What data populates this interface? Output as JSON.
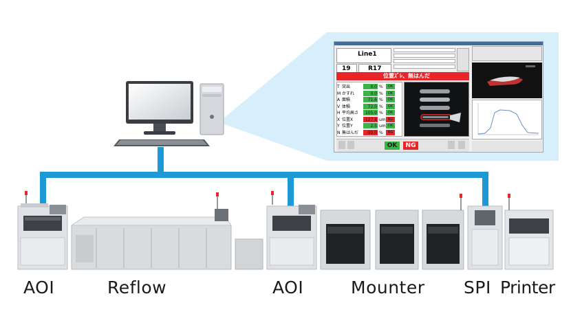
{
  "screen": {
    "line_name": "Line1",
    "board_no": "19",
    "component": "R17",
    "defect_banner": "位置ｽﾞﾚ、無はんだ",
    "ok_label": "OK",
    "ng_label": "NG",
    "measurements": [
      {
        "key": "T",
        "name": "突出",
        "value": "0.0",
        "unit": "%",
        "status": "OK",
        "state": "ok"
      },
      {
        "key": "M",
        "name": "かすれ",
        "value": "0.0",
        "unit": "%",
        "status": "OK",
        "state": "ok"
      },
      {
        "key": "A",
        "name": "面積",
        "value": "71.6",
        "unit": "%",
        "status": "OK",
        "state": "ok"
      },
      {
        "key": "V",
        "name": "体積",
        "value": "72.0",
        "unit": "%",
        "status": "OK",
        "state": "ok"
      },
      {
        "key": "H",
        "name": "平均高さ",
        "value": "105.0",
        "unit": "%",
        "status": "OK",
        "state": "ok"
      },
      {
        "key": "X",
        "name": "位置X",
        "value": "-127.8",
        "unit": "um",
        "status": "NG",
        "state": "ng"
      },
      {
        "key": "Y",
        "name": "位置Y",
        "value": "2.5",
        "unit": "um",
        "status": "OK",
        "state": "ok"
      },
      {
        "key": "N",
        "name": "無はんだ",
        "value": "-99.0",
        "unit": "%",
        "status": "NG",
        "state": "ng"
      }
    ]
  },
  "labels": {
    "aoi_left": "AOI",
    "reflow": "Reflow",
    "aoi_mid": "AOI",
    "mounter": "Mounter",
    "spi": "SPI",
    "printer": "Printer"
  },
  "colors": {
    "network": "#1d9ad6",
    "panel": "#d6effa",
    "ok_green": "#3fb34a",
    "ng_red": "#e8262a",
    "banner_red": "#e8262a"
  }
}
